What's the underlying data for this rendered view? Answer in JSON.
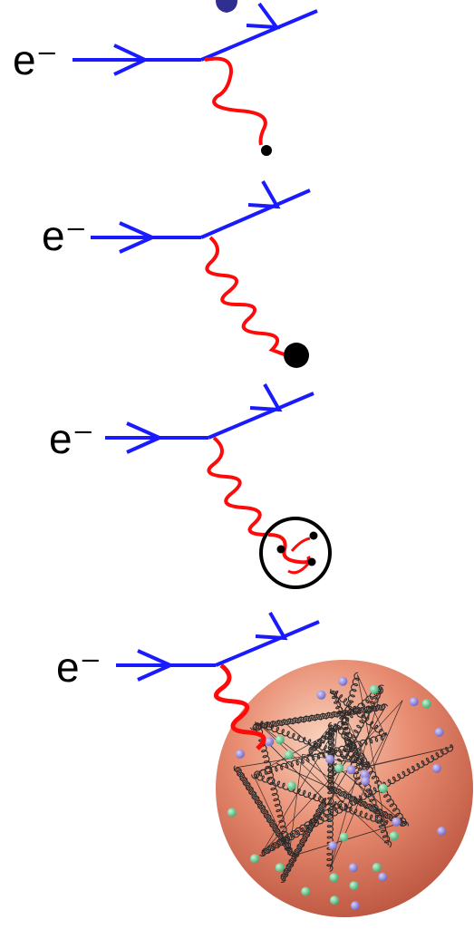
{
  "panels": [
    {
      "label": "e⁻",
      "target": "point"
    },
    {
      "label": "e⁻",
      "target": "dot"
    },
    {
      "label": "e⁻",
      "target": "quark-ring"
    },
    {
      "label": "e⁻",
      "target": "proton-sphere"
    }
  ],
  "colors": {
    "electron_line": "#1a1aff",
    "photon": "#ff0a0a",
    "target": "#000000",
    "sphere_light": "#f6c8b0",
    "sphere_mid": "#e4806a",
    "sphere_dark": "#b24a36",
    "gluon": "#2b2b2b",
    "quark_purple": "#8a7fd0",
    "quark_green": "#58c488"
  },
  "icons": [
    "electron-arrow-icon",
    "photon-wave-icon",
    "target-point-icon",
    "target-dot-icon",
    "quark-ring-icon",
    "proton-sphere-icon"
  ]
}
